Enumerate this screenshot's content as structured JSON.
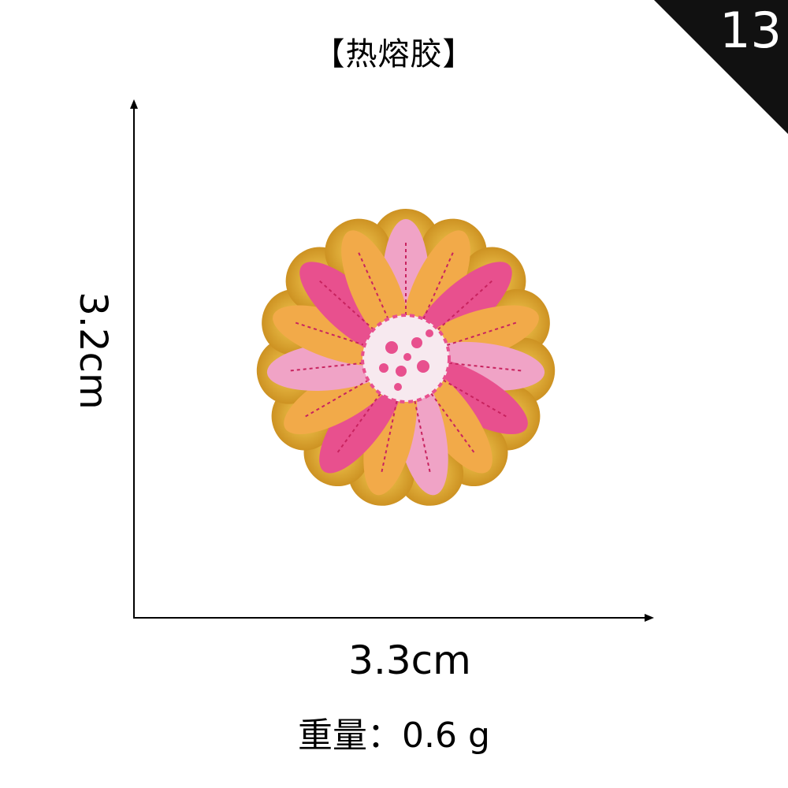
{
  "title": "【热熔胶】",
  "corner_number": "13",
  "dimensions": {
    "height": "3.2cm",
    "width": "3.3cm"
  },
  "weight": "重量：0.6 g",
  "colors": {
    "corner": "#111111",
    "outline": "#d9a62a",
    "petal_pink": "#f0a3c6",
    "petal_deep_pink": "#e8508e",
    "petal_orange": "#f2aa49",
    "center": "#f7e9ef"
  }
}
